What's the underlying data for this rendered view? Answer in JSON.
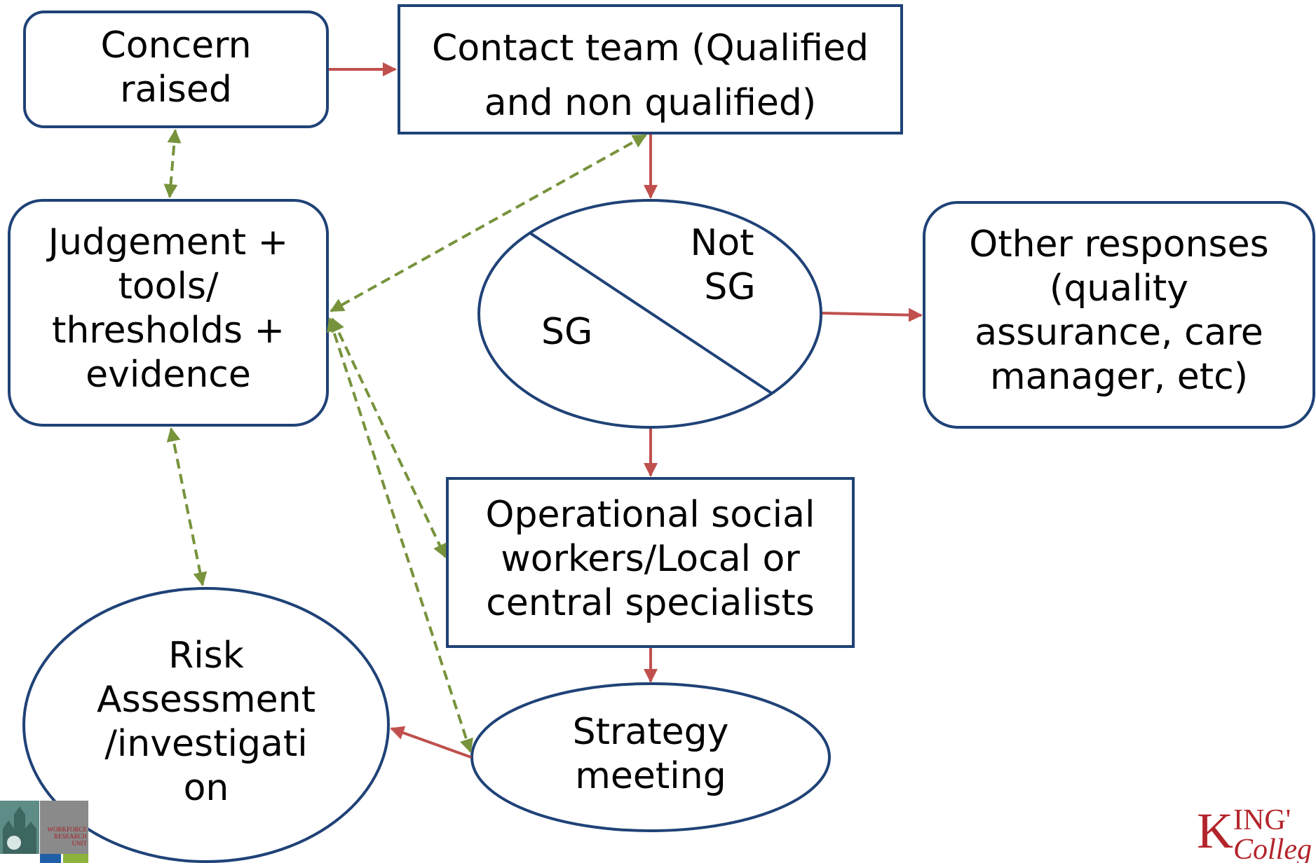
{
  "colors": {
    "node_border": "#1f4277",
    "flow_arrow": "#c0504d",
    "link_arrow": "#77933c",
    "kings_red": "#b3242b"
  },
  "nodes": {
    "concern": {
      "lines": [
        "Concern",
        "raised"
      ]
    },
    "contact": {
      "lines": [
        "Contact team (Qualified",
        "and non qualified)"
      ]
    },
    "judgement": {
      "lines": [
        "Judgement +",
        "tools/",
        "thresholds +",
        "evidence"
      ]
    },
    "decision": {
      "not_sg": [
        "Not",
        "SG"
      ],
      "sg": "SG"
    },
    "other": {
      "lines": [
        "Other responses",
        "(quality",
        "assurance, care",
        "manager, etc)"
      ]
    },
    "operational": {
      "lines": [
        "Operational social",
        "workers/Local or",
        "central specialists"
      ]
    },
    "strategy": {
      "lines": [
        "Strategy",
        "meeting"
      ]
    },
    "risk": {
      "lines": [
        "Risk",
        "Assessment",
        "/investigati",
        "on"
      ]
    }
  },
  "logos": {
    "left": {
      "name": "workforce-research-unit-logo",
      "text_fragments": [
        "WORKFORCE",
        "RESEARCH",
        "UNIT"
      ]
    },
    "right": {
      "name": "kings-college-logo",
      "text": [
        "K",
        "ING'",
        "Colleg"
      ]
    }
  }
}
